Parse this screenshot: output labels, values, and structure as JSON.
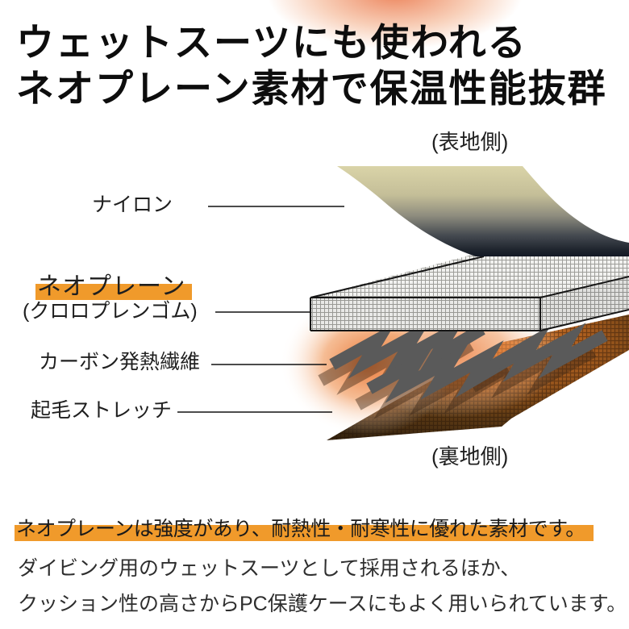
{
  "title": {
    "line1": "ウェットスーツにも使われる",
    "line2": "ネオプレーン素材で保温性能抜群"
  },
  "diagram": {
    "side_labels": {
      "front": "(表地側)",
      "back": "(裏地側)"
    },
    "layers": [
      {
        "label": "ナイロン"
      },
      {
        "label": "ネオプレーン",
        "sublabel": "(クロロプレンゴム)",
        "highlighted": true
      },
      {
        "label": "カーボン発熱繊維"
      },
      {
        "label": "起毛ストレッチ"
      }
    ]
  },
  "description": {
    "line1": "ネオプレーンは強度があり、耐熱性・耐寒性に優れた素材です。",
    "line2": "ダイビング用のウェットスーツとして採用されるほか、",
    "line3": "クッション性の高さからPC保護ケースにもよく用いられています。"
  },
  "colors": {
    "highlight_orange": "#F09A2B",
    "heat_glow_orange": "#E8702E",
    "carbon_gray": "#5A5A5A",
    "nylon_khaki": "#D9D3A6",
    "nylon_dark_navy": "#161D2C",
    "lining_brown": "#3D2811"
  }
}
